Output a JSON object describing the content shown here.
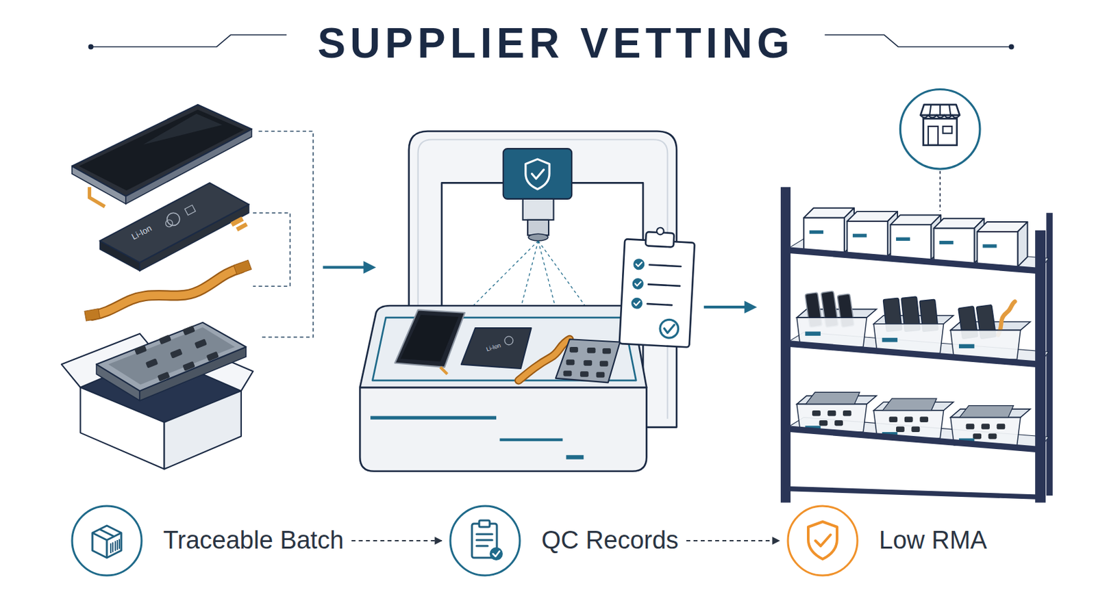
{
  "diagram": {
    "title": "SUPPLIER VETTING",
    "nodes": [
      {
        "text": [
          "Traceable Batch"
        ]
      },
      {
        "text": [
          "QC Records"
        ]
      },
      {
        "text": [
          "Low RMA"
        ]
      }
    ],
    "edges": [
      {
        "from": 0,
        "to": 1,
        "arrow": "to"
      },
      {
        "from": 1,
        "to": 2,
        "arrow": "to"
      }
    ],
    "labels": [
      "Li-Ion",
      "Li-Ion"
    ]
  }
}
